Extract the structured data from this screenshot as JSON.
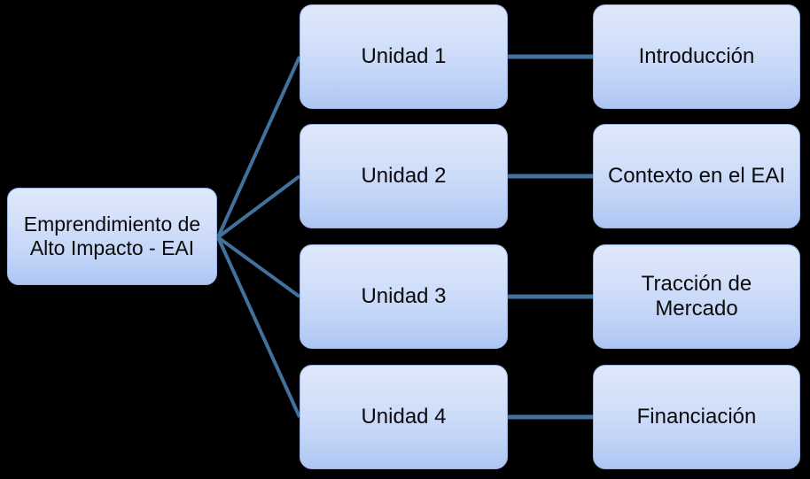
{
  "diagram": {
    "type": "hierarchy-tree",
    "background_color": "#000000",
    "node_fill_top": "#dfe8fb",
    "node_fill_bottom": "#aec6f4",
    "node_border_color": "#9ab6e4",
    "connector_color": "#41719c",
    "text_color": "#0b0b0b",
    "root": {
      "label": "Emprendimiento de Alto Impacto - EAI"
    },
    "branches": [
      {
        "unit_label": "Unidad 1",
        "topic_label": "Introducción"
      },
      {
        "unit_label": "Unidad 2",
        "topic_label": "Contexto en el EAI"
      },
      {
        "unit_label": "Unidad 3",
        "topic_label": "Tracción de Mercado"
      },
      {
        "unit_label": "Unidad 4",
        "topic_label": "Financiación"
      }
    ]
  }
}
